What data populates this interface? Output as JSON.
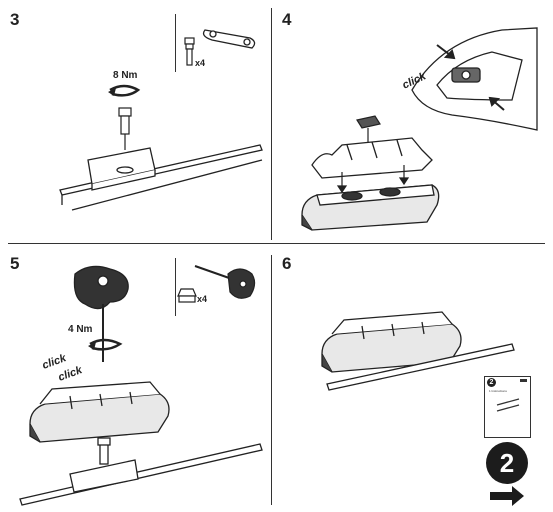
{
  "steps": [
    {
      "number": "3",
      "torque": "8 Nm",
      "qty": "x4"
    },
    {
      "number": "4",
      "click": "click"
    },
    {
      "number": "5",
      "torque": "4 Nm",
      "qty": "x4",
      "click1": "click",
      "click2": "click"
    },
    {
      "number": "6",
      "next_step": "2",
      "mini_doc_step": "2",
      "mini_doc_title": "1 Instructions"
    }
  ],
  "icons": [
    "arrow-right-icon",
    "torque-wrench-icon",
    "bolt-icon",
    "plate-icon",
    "hex-key-icon",
    "nut-icon"
  ]
}
